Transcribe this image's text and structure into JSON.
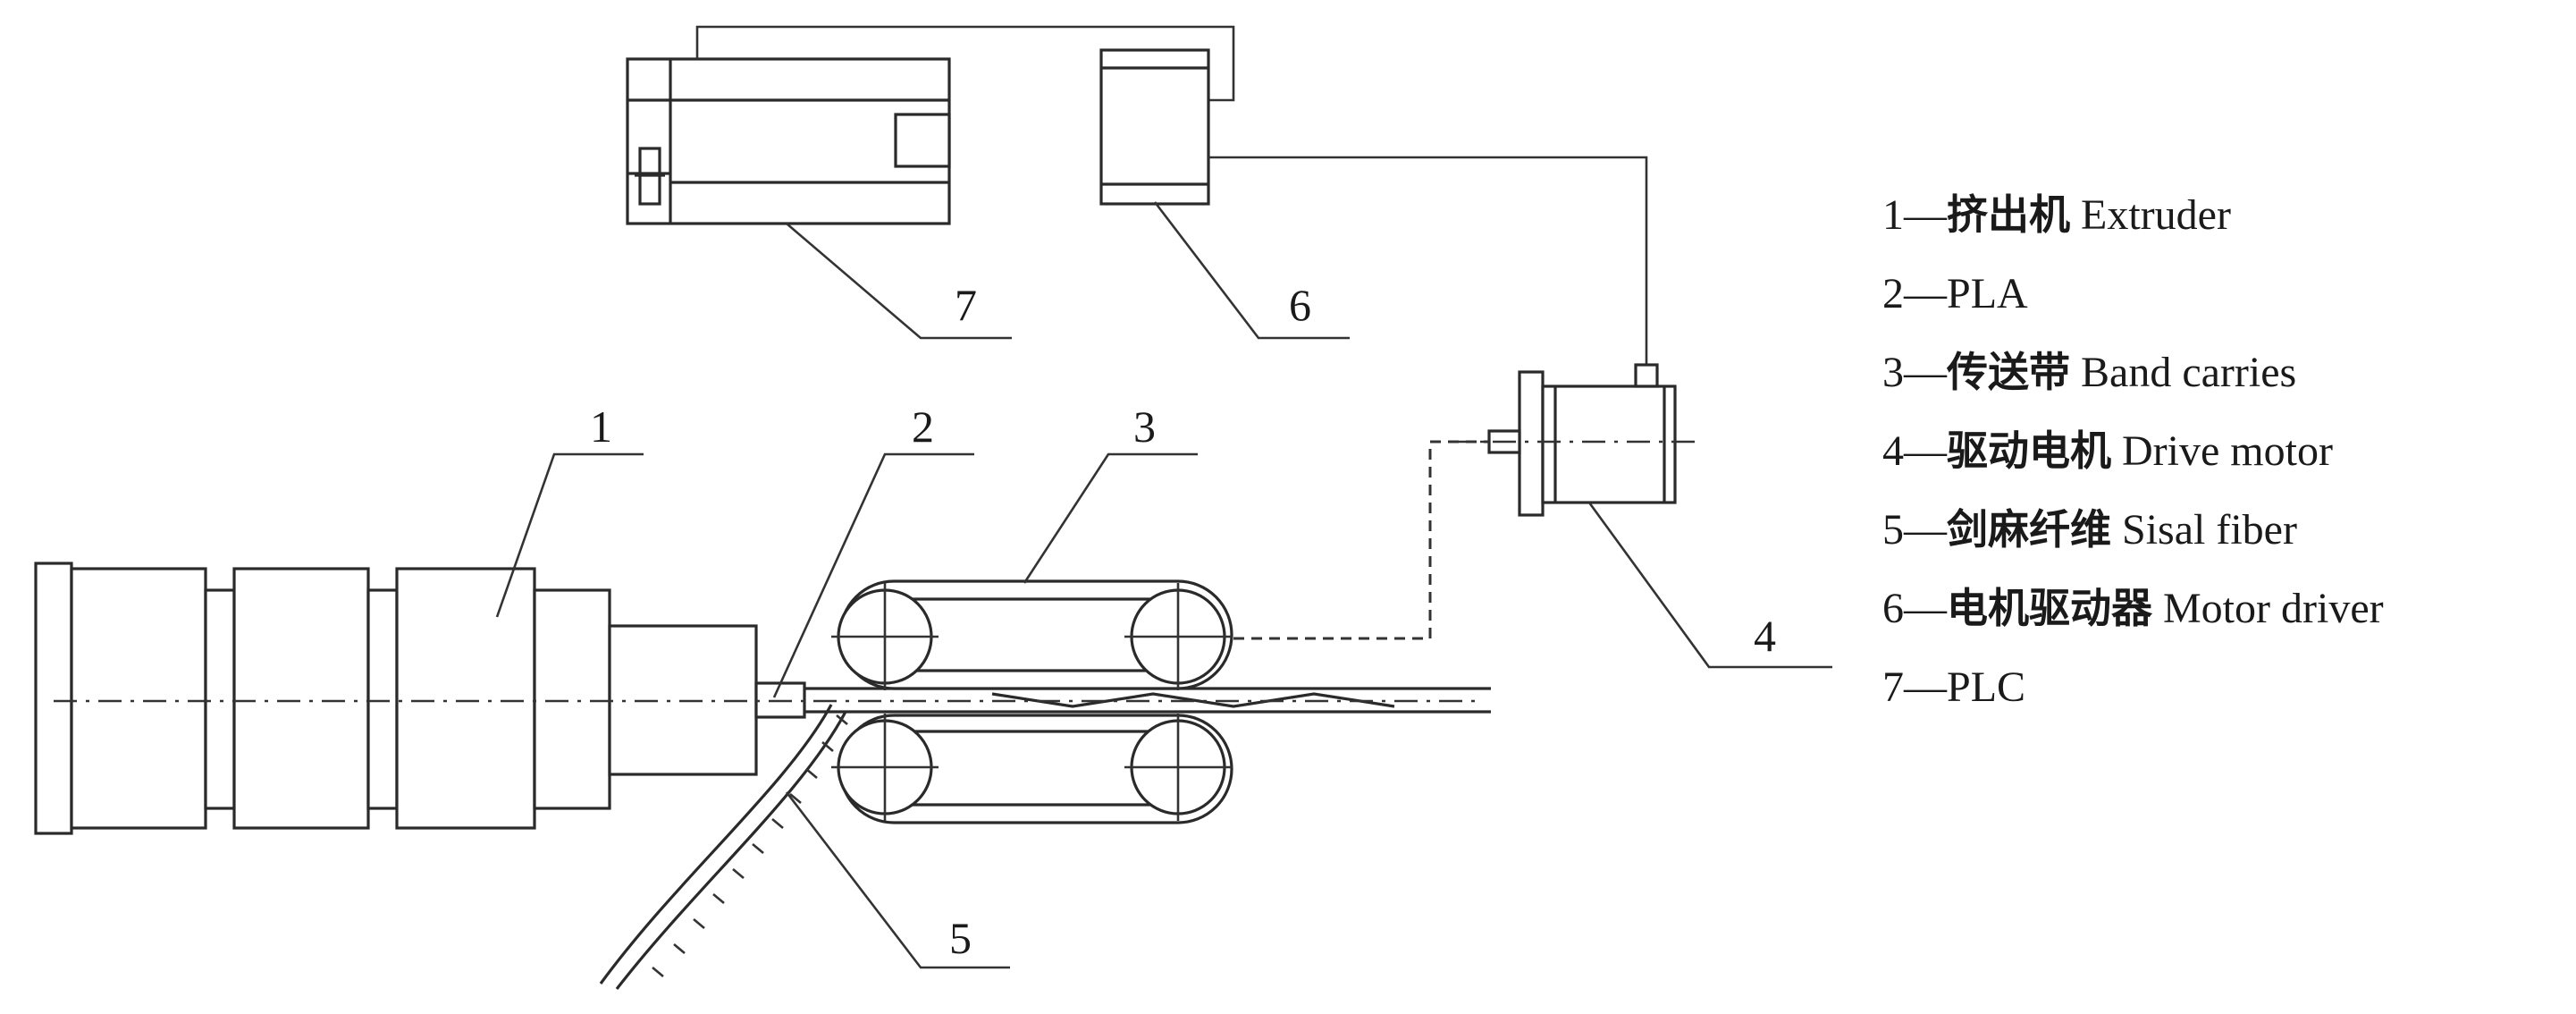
{
  "labels": {
    "l1": "1",
    "l2": "2",
    "l3": "3",
    "l4": "4",
    "l5": "5",
    "l6": "6",
    "l7": "7"
  },
  "legend": [
    {
      "num": "1—",
      "zh": "挤出机",
      "en": " Extruder"
    },
    {
      "num": "2—",
      "zh": "",
      "en": "PLA"
    },
    {
      "num": "3—",
      "zh": "传送带",
      "en": " Band carries"
    },
    {
      "num": "4—",
      "zh": "驱动电机",
      "en": " Drive motor"
    },
    {
      "num": "5—",
      "zh": "剑麻纤维",
      "en": " Sisal fiber"
    },
    {
      "num": "6—",
      "zh": "电机驱动器",
      "en": " Motor driver"
    },
    {
      "num": "7—",
      "zh": "",
      "en": "PLC"
    }
  ]
}
